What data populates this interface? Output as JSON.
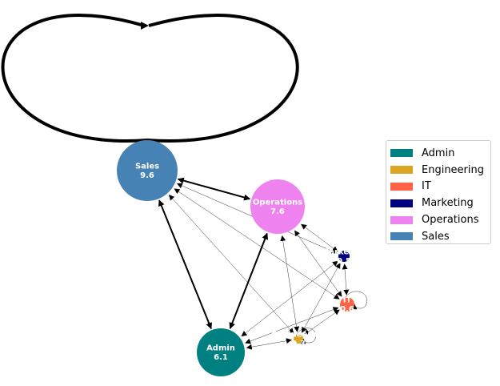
{
  "graph": {
    "nodes": [
      {
        "id": "Sales",
        "label": "Sales",
        "value": "9.6",
        "color": "#4682B4"
      },
      {
        "id": "Operations",
        "label": "Operations",
        "value": "7.6",
        "color": "#EE82EE"
      },
      {
        "id": "Admin",
        "label": "Admin",
        "value": "6.1",
        "color": "#008080"
      },
      {
        "id": "Marketing",
        "label": "Marketing",
        "value": "0.5",
        "color": "#000080"
      },
      {
        "id": "IT",
        "label": "IT",
        "value": "0.6",
        "color": "#FF6347"
      },
      {
        "id": "Engineering",
        "label": "Engineering",
        "value": "0.3",
        "color": "#DAA520"
      }
    ],
    "edges": [
      {
        "source": "Sales",
        "target": "Sales",
        "weight": "heavy"
      },
      {
        "source": "Sales",
        "target": "Operations",
        "weight": "medium"
      },
      {
        "source": "Sales",
        "target": "Admin",
        "weight": "medium"
      },
      {
        "source": "Operations",
        "target": "Admin",
        "weight": "medium"
      },
      {
        "source": "Sales",
        "target": "Marketing",
        "weight": "thin"
      },
      {
        "source": "Sales",
        "target": "IT",
        "weight": "thin"
      },
      {
        "source": "Sales",
        "target": "Engineering",
        "weight": "thin"
      },
      {
        "source": "Operations",
        "target": "Marketing",
        "weight": "thin"
      },
      {
        "source": "Operations",
        "target": "IT",
        "weight": "thin"
      },
      {
        "source": "Operations",
        "target": "Engineering",
        "weight": "thin"
      },
      {
        "source": "Admin",
        "target": "Marketing",
        "weight": "thin"
      },
      {
        "source": "Admin",
        "target": "IT",
        "weight": "thin"
      },
      {
        "source": "Admin",
        "target": "Engineering",
        "weight": "thin"
      },
      {
        "source": "Marketing",
        "target": "IT",
        "weight": "thin"
      },
      {
        "source": "Marketing",
        "target": "Engineering",
        "weight": "thin"
      },
      {
        "source": "IT",
        "target": "Engineering",
        "weight": "thin"
      },
      {
        "source": "IT",
        "target": "IT",
        "weight": "thin"
      },
      {
        "source": "Engineering",
        "target": "Engineering",
        "weight": "thin"
      }
    ]
  },
  "legend": {
    "items": [
      {
        "label": "Admin",
        "color": "#008080"
      },
      {
        "label": "Engineering",
        "color": "#DAA520"
      },
      {
        "label": "IT",
        "color": "#FF6347"
      },
      {
        "label": "Marketing",
        "color": "#000080"
      },
      {
        "label": "Operations",
        "color": "#EE82EE"
      },
      {
        "label": "Sales",
        "color": "#4682B4"
      }
    ]
  }
}
